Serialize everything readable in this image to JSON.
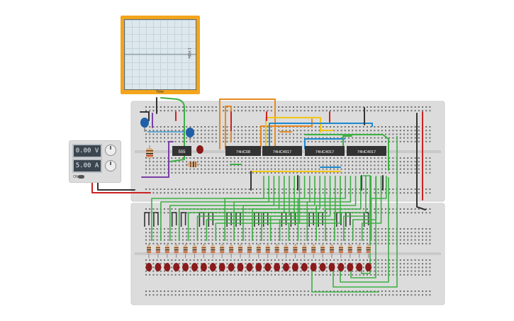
{
  "oscilloscope": {
    "y_label": "1 V/div",
    "x_label": "Time"
  },
  "power_supply": {
    "voltage": "0.00 V",
    "current": "5.00 A",
    "switch_label": "ON"
  },
  "chips": [
    "555",
    "74HC08",
    "74HC4017",
    "74HC4017",
    "74HC4017"
  ],
  "leds": {
    "count": 25,
    "color": "#8b1a1a"
  },
  "colors": {
    "breadboard": "#dcdcdc",
    "scope_frame": "#f4a51c",
    "wire_green": "#3cb043",
    "wire_orange": "#e8891e",
    "wire_yellow": "#f2c515",
    "wire_blue": "#1e88d0",
    "wire_red": "#cc2222",
    "wire_black": "#333333",
    "wire_purple": "#7b3fa6",
    "capacitor": "#1f5fa8",
    "led_red": "#8b1a1a"
  },
  "icons": {
    "power_knob": "knob-icon",
    "capacitor": "capacitor-icon"
  }
}
